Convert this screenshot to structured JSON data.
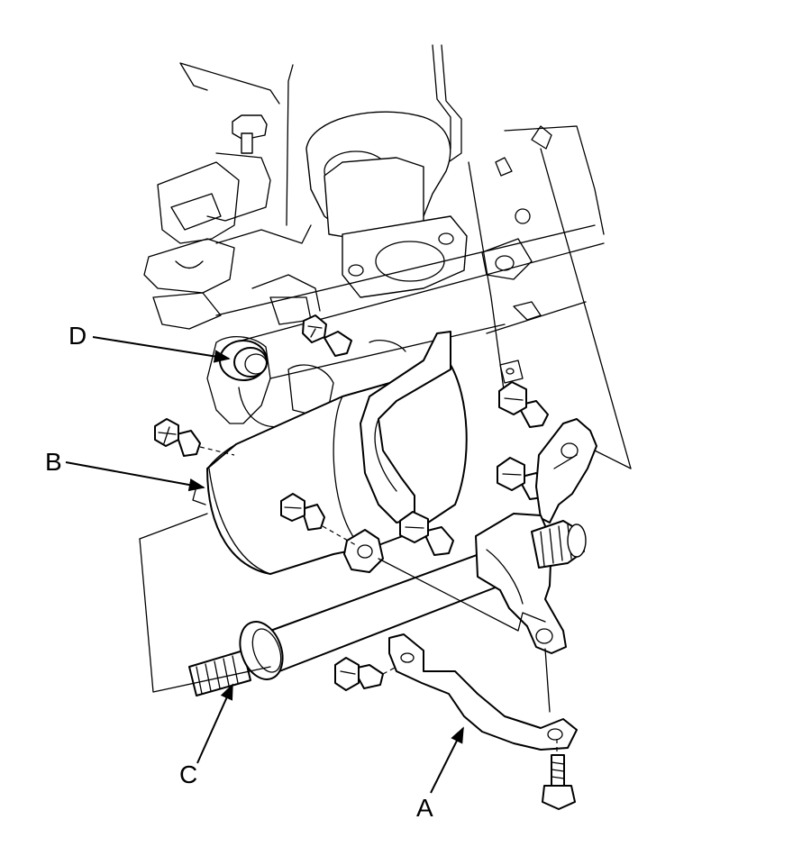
{
  "callouts": {
    "a": "A",
    "b": "B",
    "c": "C",
    "d": "D"
  },
  "colors": {
    "line": "#000000",
    "background": "#ffffff"
  }
}
